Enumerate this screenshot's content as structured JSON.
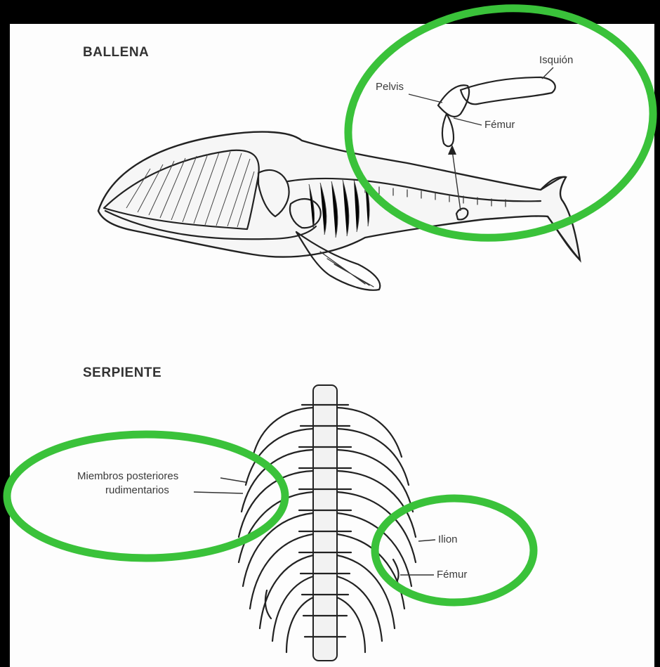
{
  "sections": {
    "whale": {
      "title": "BALLENA",
      "labels": {
        "isquion": "Isquión",
        "pelvis": "Pelvis",
        "femur": "Fémur"
      }
    },
    "snake": {
      "title": "SERPIENTE",
      "labels": {
        "rudimentary_line1": "Miembros posteriores",
        "rudimentary_line2": "rudimentarios",
        "ilion": "Ilion",
        "femur": "Fémur"
      }
    }
  },
  "highlight_color": "#3ac23a"
}
